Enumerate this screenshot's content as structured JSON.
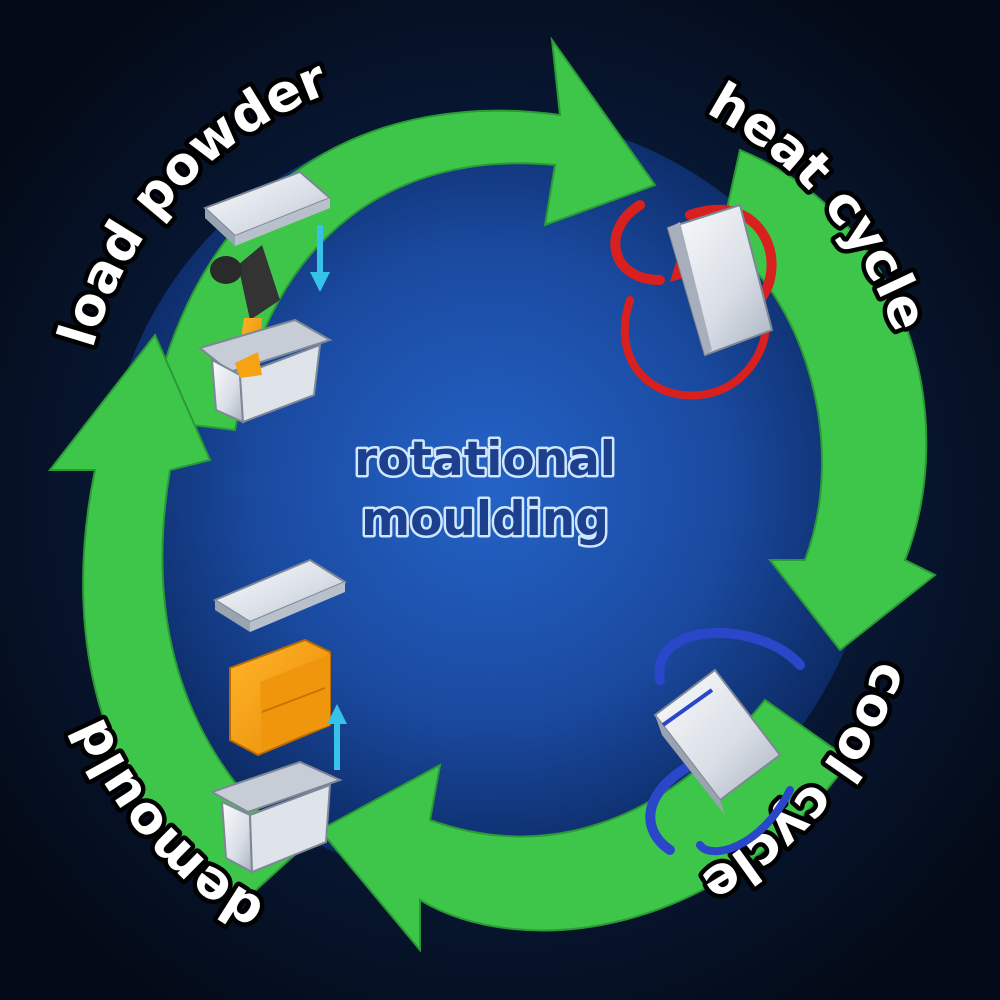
{
  "title": {
    "line1": "rotational",
    "line2": "moulding"
  },
  "steps": [
    {
      "label": "load powder"
    },
    {
      "label": "heat cycle"
    },
    {
      "label": "cool cycle"
    },
    {
      "label": "demould"
    }
  ],
  "colors": {
    "background": "#06101f",
    "disc_center": "#1f57b8",
    "disc_edge": "#0b2a66",
    "arrow_green": "#3ec64a",
    "heat_ring": "#d8201e",
    "cool_ring": "#2a47c9",
    "powder_orange": "#f5a313",
    "mould_silver": "#e4e8ee"
  },
  "icons": [
    "mould-lid-icon",
    "powder-bucket-icon",
    "open-mould-icon",
    "heated-mould-icon",
    "cooled-mould-icon",
    "moulded-part-icon"
  ]
}
